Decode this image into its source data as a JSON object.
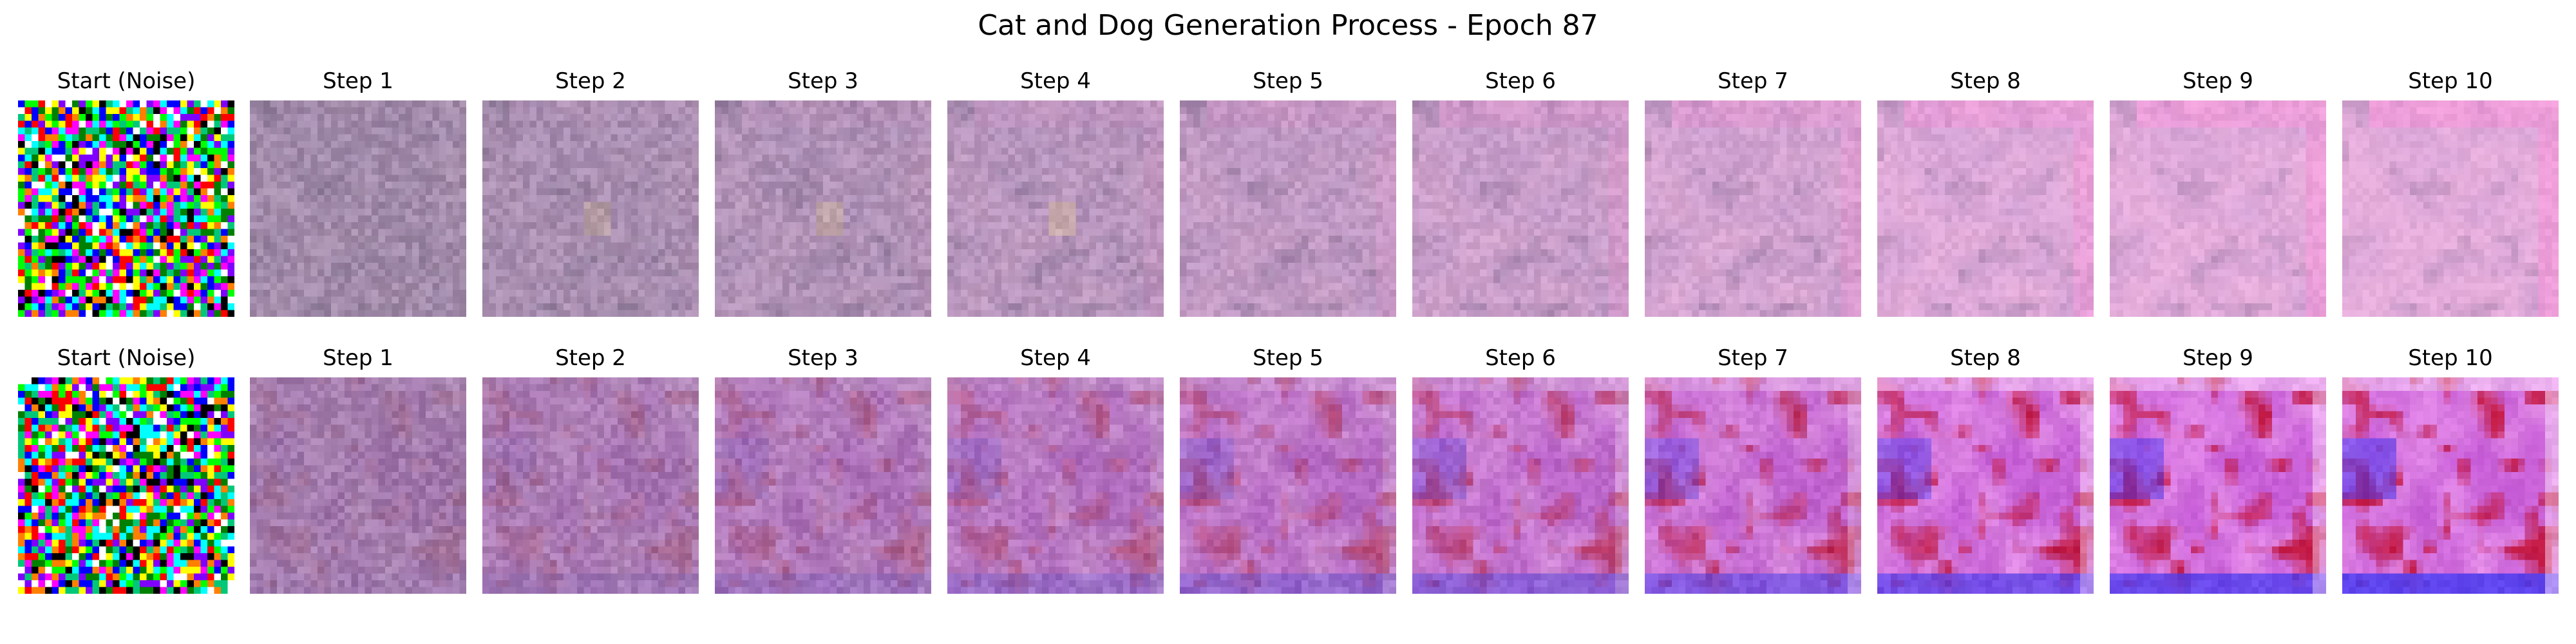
{
  "figure": {
    "title": "Cat and Dog Generation Process - Epoch 87"
  },
  "rows": [
    {
      "panels": [
        {
          "title": "Start (Noise)",
          "stage": 0
        },
        {
          "title": "Step 1",
          "stage": 1
        },
        {
          "title": "Step 2",
          "stage": 2
        },
        {
          "title": "Step 3",
          "stage": 3
        },
        {
          "title": "Step 4",
          "stage": 4
        },
        {
          "title": "Step 5",
          "stage": 5
        },
        {
          "title": "Step 6",
          "stage": 6
        },
        {
          "title": "Step 7",
          "stage": 7
        },
        {
          "title": "Step 8",
          "stage": 8
        },
        {
          "title": "Step 9",
          "stage": 9
        },
        {
          "title": "Step 10",
          "stage": 10
        }
      ],
      "palette": {
        "gray": "#8a8094",
        "pink": "#e6aedb",
        "lavender": "#c59ad4",
        "dark": "#7f648e",
        "accent": "#ff8ad8"
      }
    },
    {
      "panels": [
        {
          "title": "Start (Noise)",
          "stage": 0
        },
        {
          "title": "Step 1",
          "stage": 1
        },
        {
          "title": "Step 2",
          "stage": 2
        },
        {
          "title": "Step 3",
          "stage": 3
        },
        {
          "title": "Step 4",
          "stage": 4
        },
        {
          "title": "Step 5",
          "stage": 5
        },
        {
          "title": "Step 6",
          "stage": 6
        },
        {
          "title": "Step 7",
          "stage": 7
        },
        {
          "title": "Step 8",
          "stage": 8
        },
        {
          "title": "Step 9",
          "stage": 9
        },
        {
          "title": "Step 10",
          "stage": 10
        }
      ],
      "palette": {
        "gray": "#8a8094",
        "magenta": "#c55ad6",
        "red": "#c21945",
        "blue": "#4a3cf0",
        "pink": "#f2a3f0"
      }
    }
  ]
}
